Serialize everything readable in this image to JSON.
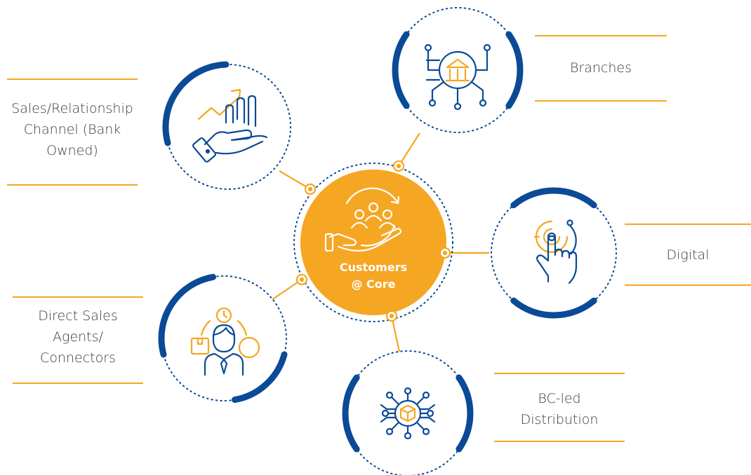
{
  "center": {
    "line1": "Customers",
    "line2": "@ Core"
  },
  "channels": [
    {
      "id": "branches",
      "lines": [
        "Branches"
      ],
      "icon": "bank-building-network-icon"
    },
    {
      "id": "sales",
      "lines": [
        "Sales/Relationship",
        "Channel (Bank",
        "Owned)"
      ],
      "icon": "growth-hand-chart-icon"
    },
    {
      "id": "digital",
      "lines": [
        "Digital"
      ],
      "icon": "touch-target-icon"
    },
    {
      "id": "direct",
      "lines": [
        "Direct Sales",
        "Agents/",
        "Connectors"
      ],
      "icon": "agent-person-icon"
    },
    {
      "id": "bc",
      "lines": [
        "BC-led",
        "Distribution"
      ],
      "icon": "package-network-icon"
    }
  ],
  "colors": {
    "blue": "#0a4a96",
    "orange": "#f5a623",
    "text": "#3a3a3a"
  }
}
